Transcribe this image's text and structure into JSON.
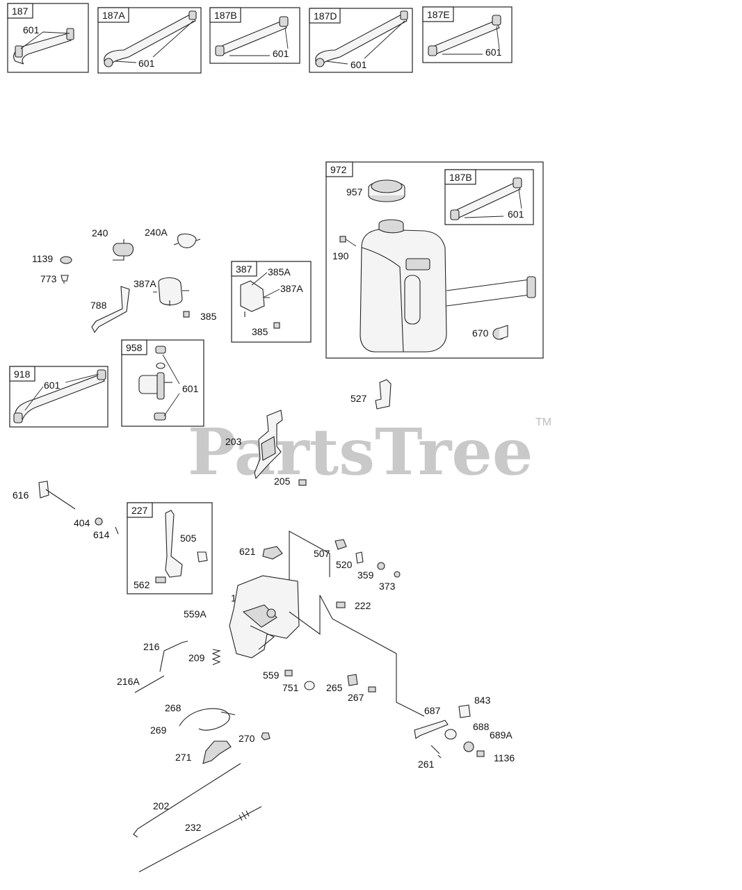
{
  "watermark": {
    "brand": "PartsTree",
    "trademark": "TM"
  },
  "boxes": {
    "b187": {
      "tag": "187",
      "labels": [
        "601"
      ]
    },
    "b187A": {
      "tag": "187A",
      "labels": [
        "601"
      ]
    },
    "b187B": {
      "tag": "187B",
      "labels": [
        "601"
      ]
    },
    "b187D": {
      "tag": "187D",
      "labels": [
        "601"
      ]
    },
    "b187E": {
      "tag": "187E",
      "labels": [
        "601"
      ]
    },
    "b972": {
      "tag": "972",
      "labels": [
        "957",
        "190",
        "670"
      ]
    },
    "b972_187B": {
      "tag": "187B",
      "labels": [
        "601"
      ]
    },
    "b387": {
      "tag": "387",
      "labels": [
        "385A",
        "387A",
        "385"
      ]
    },
    "b958": {
      "tag": "958",
      "labels": [
        "601"
      ]
    },
    "b918": {
      "tag": "918",
      "labels": [
        "601"
      ]
    },
    "b227": {
      "tag": "227",
      "labels": [
        "505",
        "562"
      ]
    }
  },
  "callouts": [
    "240",
    "240A",
    "1139",
    "773",
    "387A",
    "788",
    "385",
    "527",
    "203",
    "205",
    "616",
    "404",
    "614",
    "621",
    "507",
    "520",
    "359",
    "373",
    "188",
    "559A",
    "222",
    "216",
    "209",
    "216A",
    "559",
    "751",
    "265",
    "267",
    "843",
    "687",
    "688",
    "689A",
    "1136",
    "261",
    "268",
    "269",
    "270",
    "271",
    "202",
    "232"
  ]
}
